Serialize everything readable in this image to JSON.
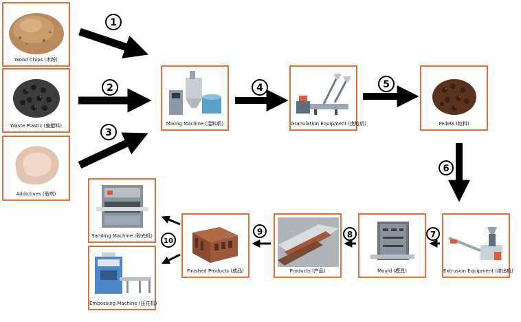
{
  "nodes": {
    "wood_chips": "Wood Chips (木粉)",
    "waste_plastic": "Waste Plastic (废塑料)",
    "addictives": "Addictives (助剂)",
    "mixing_machine": "Mixing Machine (混料机)",
    "granulation_equipment": "Granulation Equipment (造粒机)",
    "pellets": "Pellets (粒料)",
    "extrusion_equipment": "Extrusion Equipment (挤出机)",
    "mould": "Mould (模具)",
    "products": "Products (产品)",
    "finished_products": "Finished Products (成品)",
    "sanding_machine": "Sanding Machine (砂光机)",
    "embossing_machine": "Embossing Machine (压花机)"
  },
  "steps": [
    "1",
    "2",
    "3",
    "4",
    "5",
    "6",
    "7",
    "8",
    "9",
    "10"
  ],
  "colors": {
    "border": "#e0703a",
    "arrow": "#000000"
  }
}
